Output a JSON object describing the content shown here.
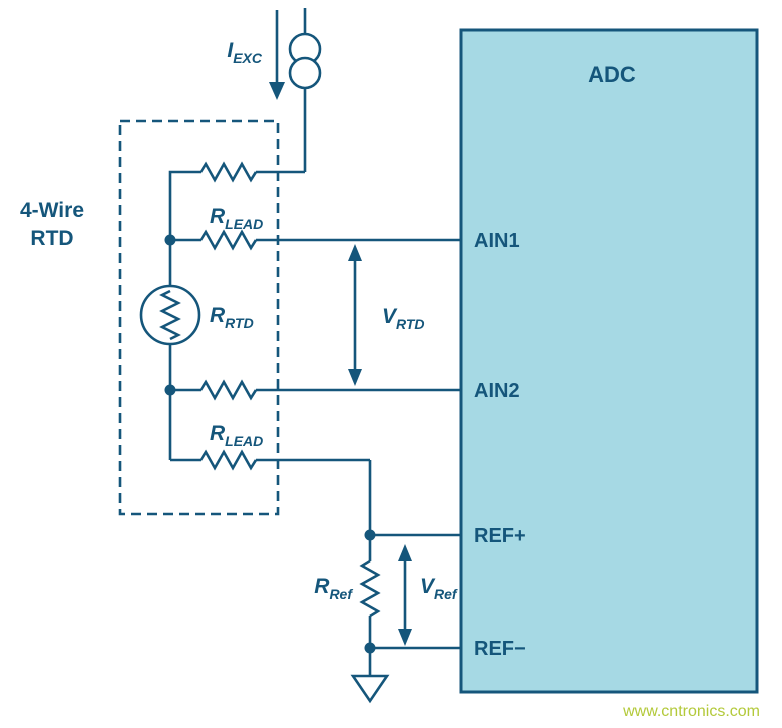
{
  "adc": {
    "title": "ADC",
    "pins": [
      {
        "id": "ain1",
        "label": "AIN1"
      },
      {
        "id": "ain2",
        "label": "AIN2"
      },
      {
        "id": "ref_plus",
        "label": "REF+"
      },
      {
        "id": "ref_minus",
        "label": "REF−"
      }
    ]
  },
  "rtd_block": {
    "line1": "4-Wire",
    "line2": "RTD"
  },
  "labels": {
    "i_exc": {
      "main": "I",
      "sub": "EXC"
    },
    "r_lead_top": {
      "main": "R",
      "sub": "LEAD"
    },
    "r_rtd": {
      "main": "R",
      "sub": "RTD"
    },
    "v_rtd": {
      "main": "V",
      "sub": "RTD"
    },
    "r_lead_bottom": {
      "main": "R",
      "sub": "LEAD"
    },
    "r_ref": {
      "main": "R",
      "sub": "Ref"
    },
    "v_ref": {
      "main": "V",
      "sub": "Ref"
    }
  },
  "watermark": "www.cntronics.com",
  "colors": {
    "line": "#15567b",
    "adc_fill": "#a6d9e4",
    "watermark": "#b3c93a"
  }
}
